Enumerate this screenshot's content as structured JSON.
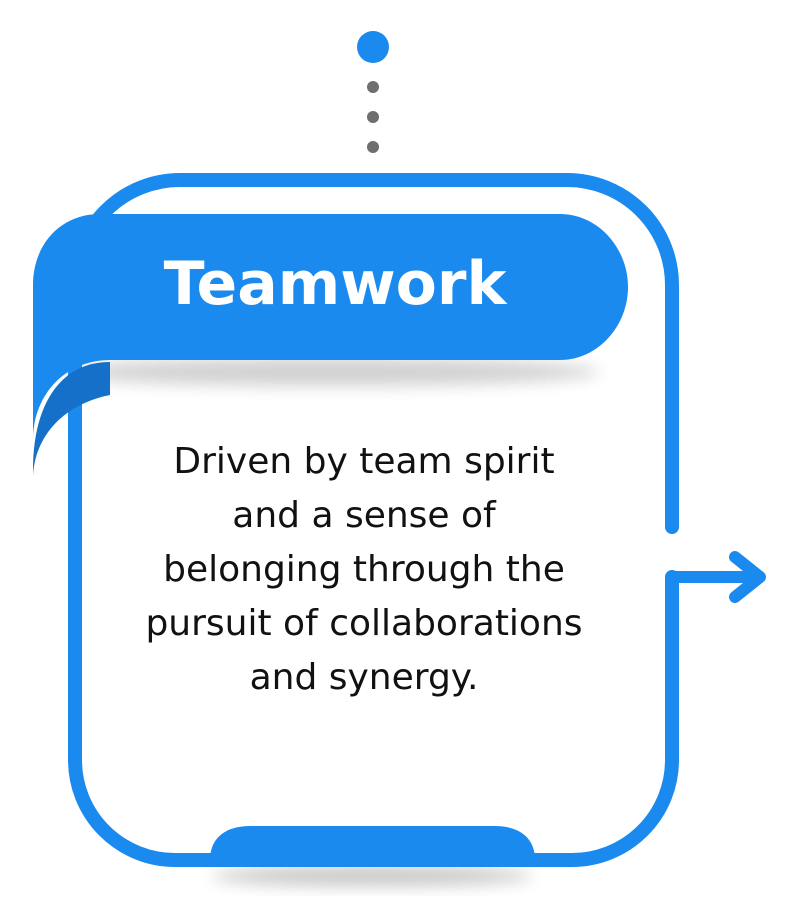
{
  "card": {
    "title": "Teamwork",
    "description_lines": [
      "Driven by team spirit",
      "and a sense of",
      "belonging through the",
      "pursuit of collaborations",
      "and synergy."
    ]
  },
  "colors": {
    "accent": "#1a8aee",
    "accent_dark": "#1470c8",
    "connector_dots": "#6f6f6f",
    "text": "#111111",
    "title_text": "#ffffff",
    "background": "#ffffff"
  },
  "icons": {
    "connector_top": "dotted-line-connector",
    "connector_right": "arrow-right-icon"
  }
}
